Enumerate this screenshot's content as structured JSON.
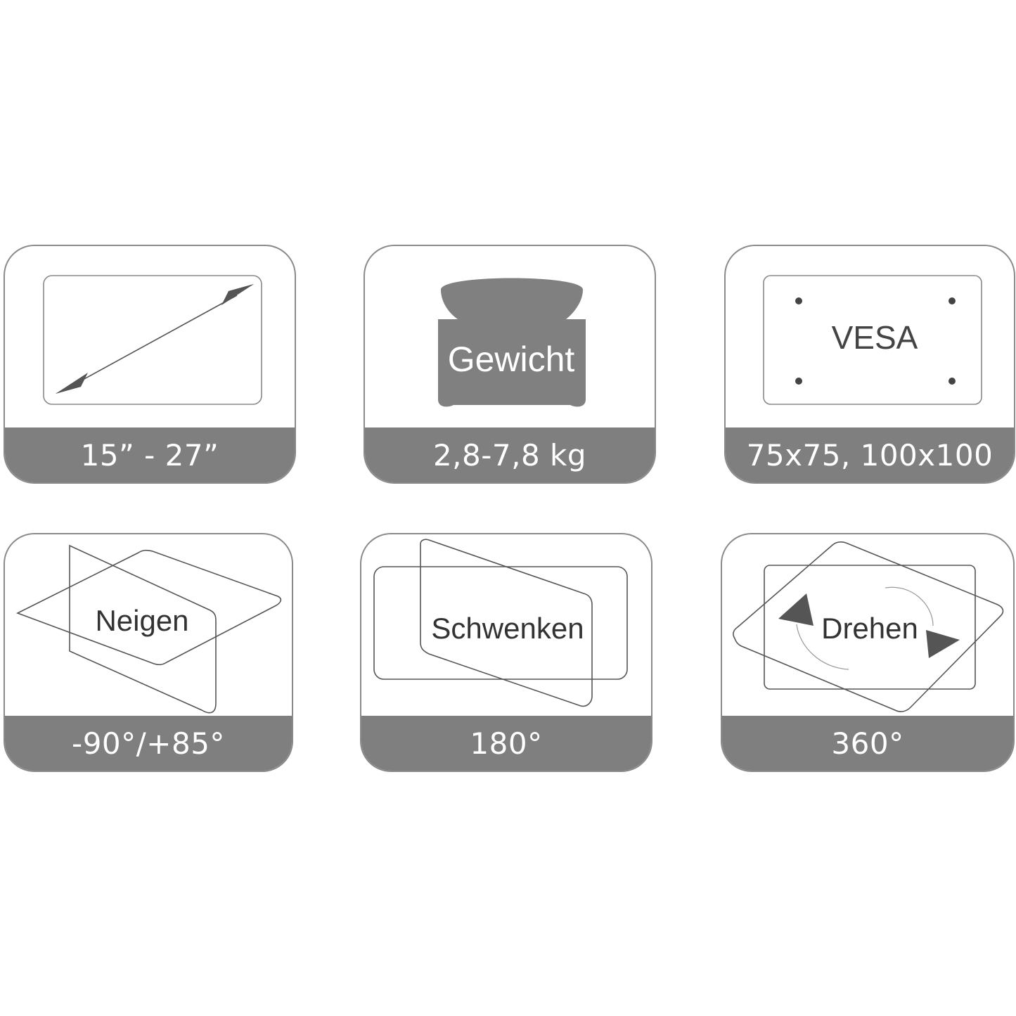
{
  "cards": [
    {
      "id": "size",
      "icon": "screen-diagonal-icon",
      "label": "15” - 27”"
    },
    {
      "id": "weight",
      "icon": "weight-icon",
      "icon_text": "Gewicht",
      "label": "2,8-7,8 kg"
    },
    {
      "id": "vesa",
      "icon": "vesa-pattern-icon",
      "icon_text": "VESA",
      "label": "75x75, 100x100"
    },
    {
      "id": "tilt",
      "icon": "tilt-icon",
      "icon_text": "Neigen",
      "label": "-90°/+85°"
    },
    {
      "id": "swivel",
      "icon": "swivel-icon",
      "icon_text": "Schwenken",
      "label": "180°"
    },
    {
      "id": "rotate",
      "icon": "rotate-icon",
      "icon_text": "Drehen",
      "label": "360°"
    }
  ],
  "colors": {
    "bar": "#7f7f7f",
    "icon_fill": "#808080",
    "line": "#555555",
    "border": "#8a8a8a"
  }
}
